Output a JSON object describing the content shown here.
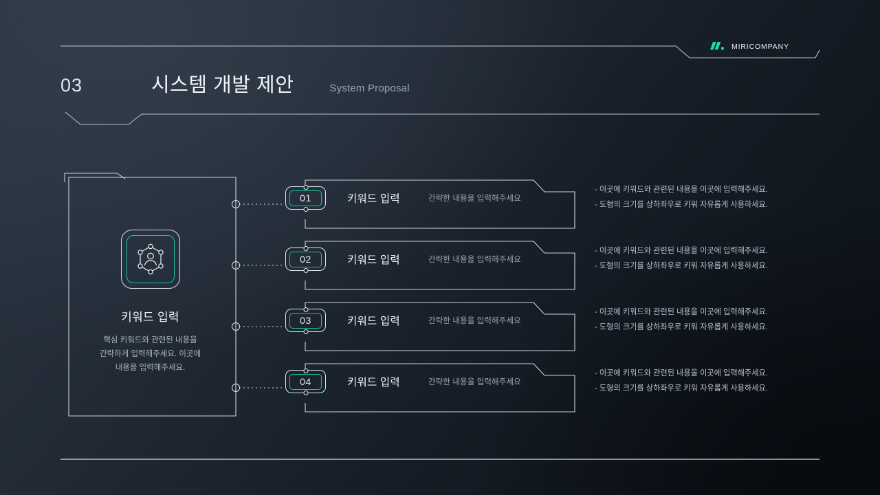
{
  "brand": {
    "name": "MIRICOMPANY",
    "mark_color": "#19e0ae"
  },
  "header": {
    "section_number": "03",
    "title_ko": "시스템 개발 제안",
    "title_en": "System Proposal"
  },
  "left_card": {
    "icon": "user-network-icon",
    "heading": "키워드 입력",
    "body": "핵심 키워드와 관련된 내용을 간략하게 입력해주세요. 이곳에 내용을 입력해주세요.",
    "body_lines": [
      "핵심 키워드와 관련된 내용을",
      "간략하게 입력해주세요. 이곳에",
      "내용을 입력해주세요."
    ]
  },
  "rows": [
    {
      "number": "01",
      "label": "키워드 입력",
      "subtitle": "간략한 내용을 입력해주세요",
      "notes": [
        "- 이곳에 키워드와 관련된 내용을 이곳에 입력해주세요.",
        "- 도형의 크기를 상하좌우로 키워 자유롭게 사용하세요."
      ]
    },
    {
      "number": "02",
      "label": "키워드 입력",
      "subtitle": "간략한 내용을 입력해주세요",
      "notes": [
        "- 이곳에 키워드와 관련된 내용을 이곳에 입력해주세요.",
        "- 도형의 크기를 상하좌우로 키워 자유롭게 사용하세요."
      ]
    },
    {
      "number": "03",
      "label": "키워드 입력",
      "subtitle": "간략한 내용을 입력해주세요",
      "notes": [
        "- 이곳에 키워드와 관련된 내용을 이곳에 입력해주세요.",
        "- 도형의 크기를 상하좌우로 키워 자유롭게 사용하세요."
      ]
    },
    {
      "number": "04",
      "label": "키워드 입력",
      "subtitle": "간략한 내용을 입력해주세요",
      "notes": [
        "- 이곳에 키워드와 관련된 내용을 이곳에 입력해주세요.",
        "- 도형의 크기를 상하좌우로 키워 자유롭게 사용하세요."
      ]
    }
  ],
  "colors": {
    "accent": "#16c79a",
    "line": "#d4dae2",
    "text_primary": "#eef2f7",
    "text_muted": "#9ba7b5",
    "background_top": "#2c3642",
    "background_bottom": "#0c1117"
  }
}
